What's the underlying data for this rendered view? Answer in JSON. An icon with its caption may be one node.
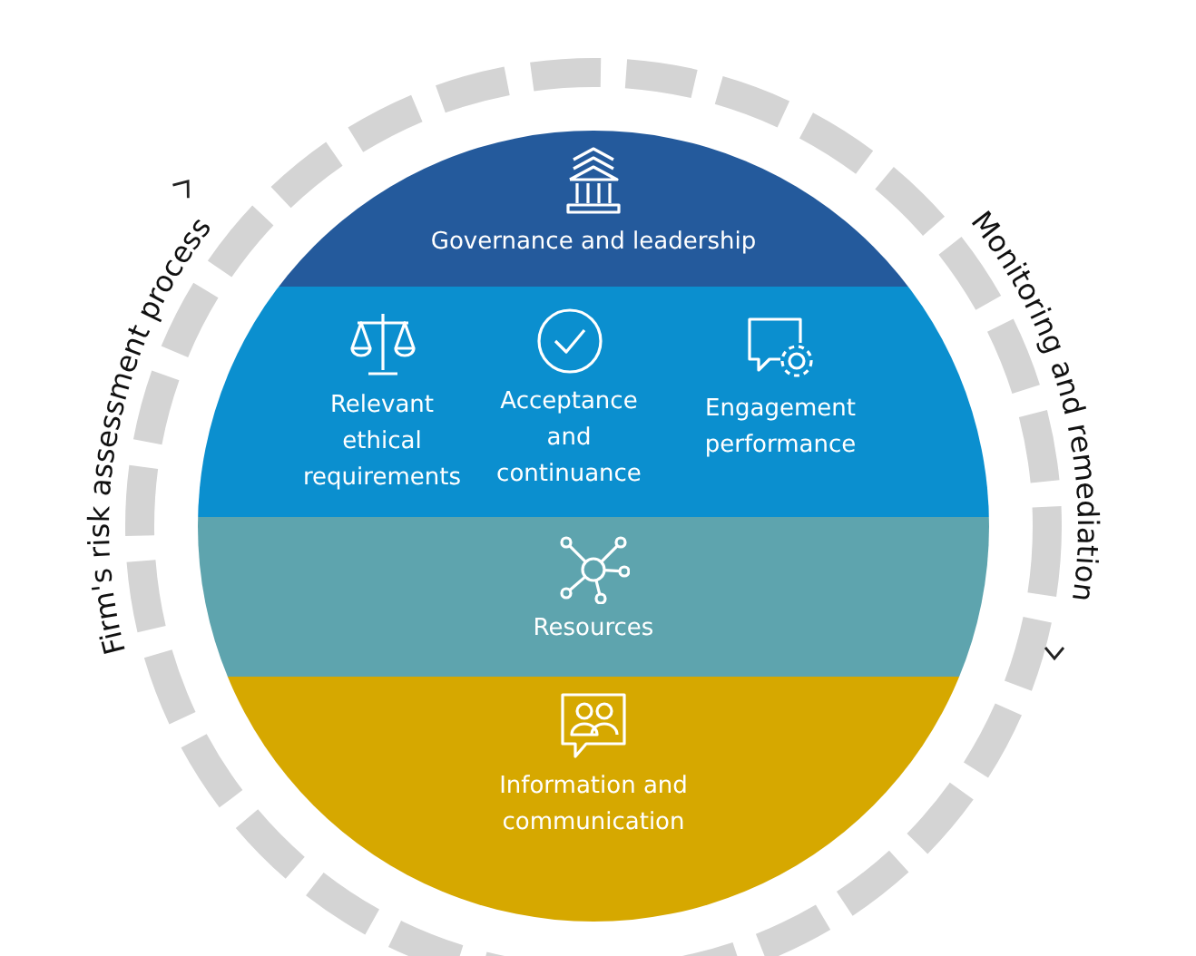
{
  "diagram": {
    "nodes": [
      {
        "text": [
          "Governance and leadership"
        ]
      },
      {
        "text": [],
        "shape": "band"
      },
      {
        "text": [
          "Relevant ethical requirements"
        ],
        "in": 1
      },
      {
        "text": [
          "Acceptance and continuance"
        ],
        "in": 1
      },
      {
        "text": [
          "Engagement performance"
        ],
        "in": 1
      },
      {
        "text": [
          "Resources"
        ]
      },
      {
        "text": [
          "Information and communication"
        ]
      }
    ],
    "labels": [
      "Firm's risk assessment process",
      "Monitoring and remediation"
    ]
  }
}
